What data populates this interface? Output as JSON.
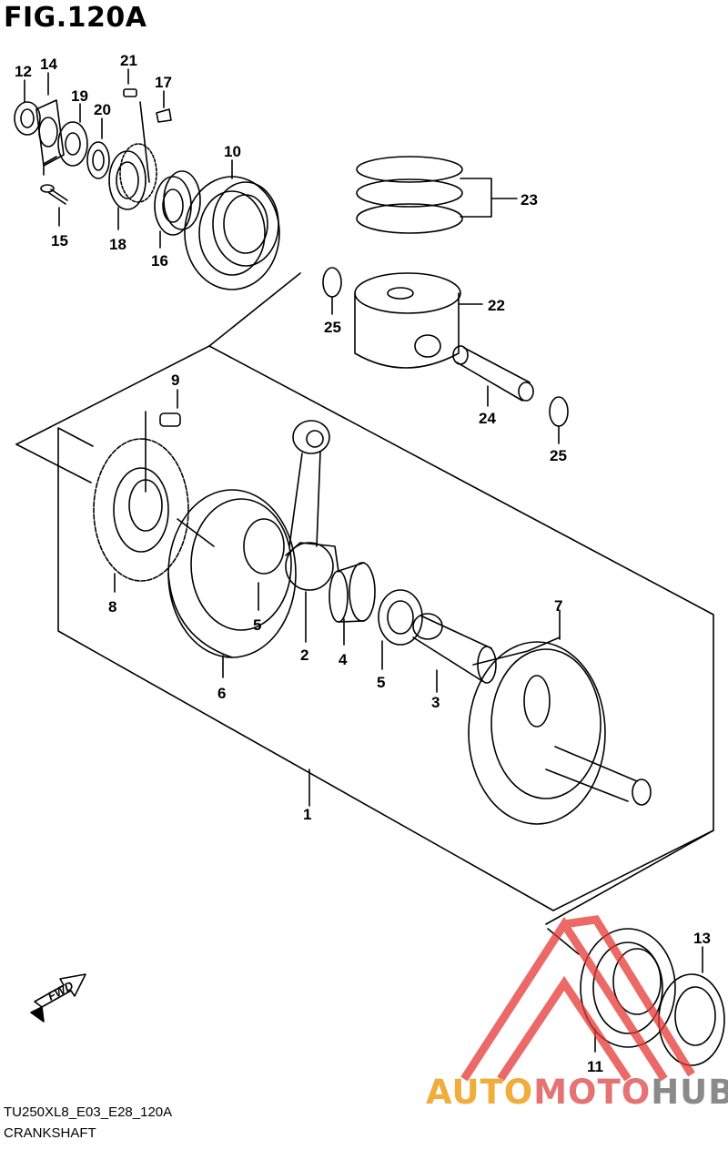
{
  "figure": {
    "title": "FIG.120A"
  },
  "footer": {
    "code": "TU250XL8_E03_E28_120A",
    "name": "CRANKSHAFT"
  },
  "direction_badge": "FWD",
  "watermark": {
    "part1": "AUTO",
    "part2": "MOTO",
    "part3": "HUB"
  },
  "callouts": {
    "c1": "1",
    "c2": "2",
    "c3": "3",
    "c4": "4",
    "c5a": "5",
    "c5b": "5",
    "c6": "6",
    "c7": "7",
    "c8": "8",
    "c9": "9",
    "c10": "10",
    "c11": "11",
    "c12": "12",
    "c13": "13",
    "c14": "14",
    "c15": "15",
    "c16": "16",
    "c17": "17",
    "c18": "18",
    "c19": "19",
    "c20": "20",
    "c21": "21",
    "c22": "22",
    "c23": "23",
    "c24": "24",
    "c25a": "25",
    "c25b": "25"
  },
  "colors": {
    "line": "#000000",
    "watermark_red": "#e53935",
    "watermark_orange": "#f0ad3c",
    "watermark_gray": "#8a8a8a"
  }
}
